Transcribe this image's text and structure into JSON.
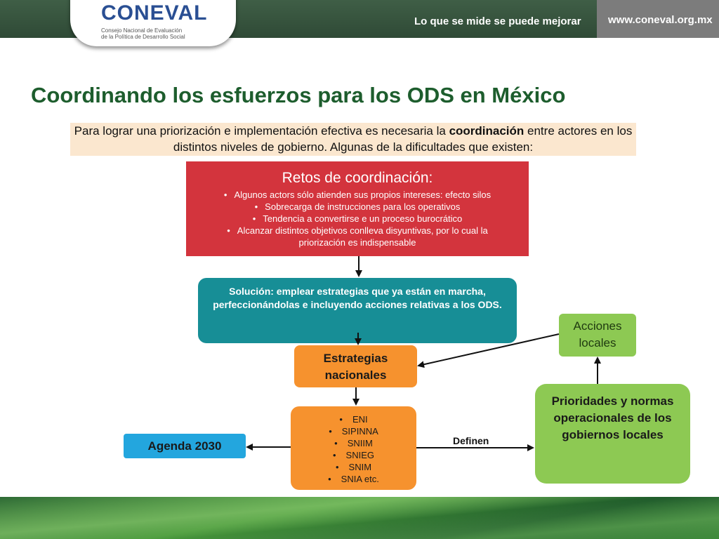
{
  "header": {
    "logo_word": "CONEVAL",
    "logo_subtitle_line1": "Consejo Nacional de Evaluación",
    "logo_subtitle_line2": "de la Política de Desarrollo Social",
    "slogan": "Lo que se mide se puede mejorar",
    "website": "www.coneval.org.mx"
  },
  "title": "Coordinando los esfuerzos para los ODS en México",
  "intro": {
    "text_before": "Para lograr una priorización e implementación efectiva es necesaria la ",
    "bold_word": "coordinación",
    "text_after": " entre actores en los distintos niveles de gobierno. Algunas de la dificultades que existen:"
  },
  "retos": {
    "title": "Retos de coordinación:",
    "items": [
      "Algunos actors sólo atienden sus propios intereses: efecto silos",
      "Sobrecarga de instrucciones para los operativos",
      "Tendencia a convertirse e un proceso burocrático",
      "Alcanzar distintos objetivos conlleva disyuntivas, por lo cual la priorización es indispensable"
    ]
  },
  "solucion": "Solución: emplear estrategias que ya están en marcha, perfeccionándolas e incluyendo acciones relativas a los ODS.",
  "estrategias": "Estrategias nacionales",
  "lista": [
    "ENI",
    "SIPINNA",
    "SNIIM",
    "SNIEG",
    "SNIM",
    "SNIA etc."
  ],
  "agenda": "Agenda 2030",
  "definen": "Definen",
  "acciones": "Acciones locales",
  "prioridades": "Prioridades y normas operacionales de los gobiernos locales",
  "colors": {
    "title_green": "#1d5d2d",
    "retos_red": "#d3343d",
    "solucion_teal": "#178e96",
    "orange": "#f6922e",
    "agenda_blue": "#23a6de",
    "local_green": "#8dc953",
    "intro_bg": "#fbe7cf"
  }
}
